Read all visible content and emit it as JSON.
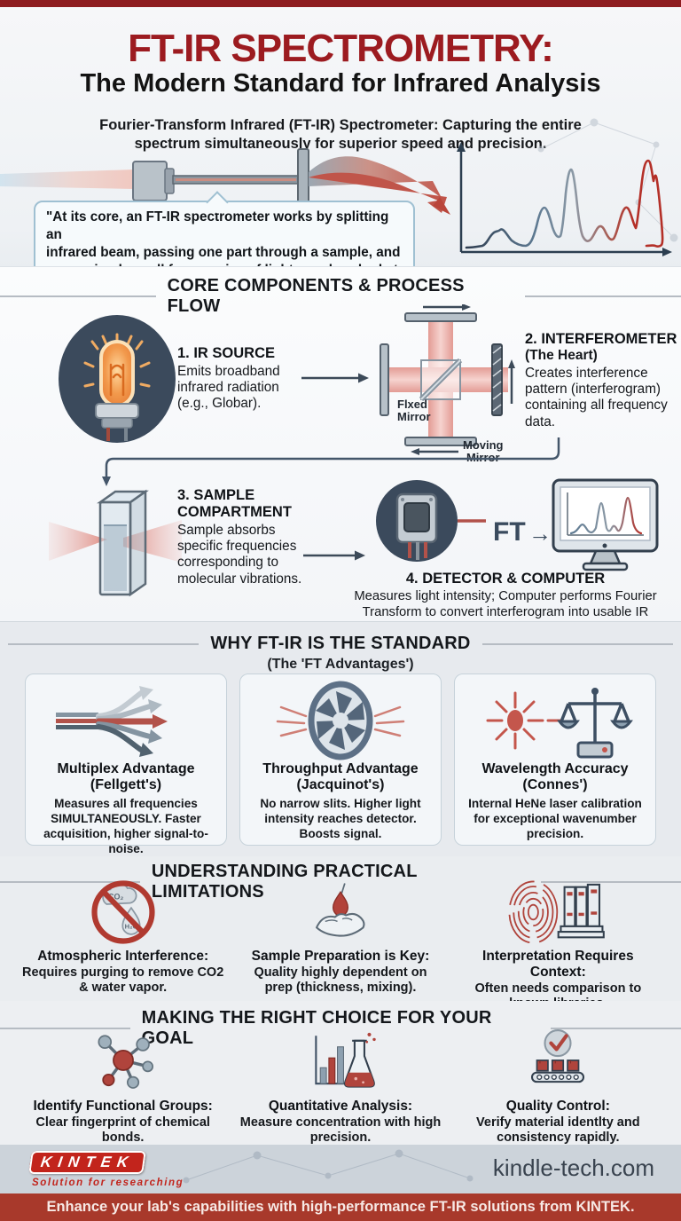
{
  "hero": {
    "title": "FT-IR SPECTROMETRY:",
    "subtitle": "The Modern Standard for Infrared Analysis",
    "tagline": "Fourier-Transform Infrared (FT-IR) Spectrometer: Capturing the entire\nspectrum simultaneously for superior speed and precision.",
    "quote": "\"At its core, an FT-IR spectrometer works by splitting an\ninfrared beam, passing one part through a sample, and\nmeasuring how all frequencies of light are absorbed at once.\""
  },
  "process": {
    "heading": "CORE COMPONENTS & PROCESS FLOW",
    "ft_label": "FT",
    "ft_arrow": "→",
    "labels": {
      "fixed_mirror": "Flxed\nMirror",
      "moving_mirror": "Moving\nMirror"
    },
    "steps": [
      {
        "title": "1. IR SOURCE",
        "body": "Emits broadband infrared radiation (e.g., Globar)."
      },
      {
        "title": "2. INTERFEROMETER",
        "subtitle": "(The Heart)",
        "body": "Creates interference pattern (interferogram) containing all frequency data."
      },
      {
        "title": "3. SAMPLE COMPARTMENT",
        "body": "Sample absorbs specific frequencies corresponding to molecular vibrations."
      },
      {
        "title": "4. DETECTOR & COMPUTER",
        "body": "Measures light intensity; Computer performs Fourier\nTransform to convert interferogram into usable IR spectrum."
      }
    ]
  },
  "advantages": {
    "heading": "WHY FT-IR IS THE STANDARD",
    "subheading": "(The 'FT Advantages')",
    "cards": [
      {
        "icon": "multiplex-arrows-icon",
        "title": "Multiplex Advantage",
        "paren": "(Fellgett's)",
        "body": "Measures all frequencies SIMULTANEOUSLY. Faster acquisition, higher signal-to-noise."
      },
      {
        "icon": "aperture-icon",
        "title": "Throughput Advantage",
        "paren": "(Jacquinot's)",
        "body": "No narrow slits. Higher light intensity reaches detector. Boosts signal."
      },
      {
        "icon": "laser-scale-icon",
        "title": "Wavelength Accuracy",
        "paren": "(Connes')",
        "body": "Internal HeNe laser calibration for exceptional wavenumber precision."
      }
    ]
  },
  "limitations": {
    "heading": "UNDERSTANDING PRACTICAL LIMITATIONS",
    "items": [
      {
        "icon": "no-atmosphere-icon",
        "title": "Atmospheric Interference:",
        "body": "Requires purging to remove CO2 & water vapor.",
        "icon_labels": [
          "CO₂",
          "H₂O"
        ]
      },
      {
        "icon": "hand-sample-icon",
        "title": "Sample Preparation is Key:",
        "body": "Quality highly dependent on prep (thickness, mixing)."
      },
      {
        "icon": "fingerprint-library-icon",
        "title": "Interpretation Requires Context:",
        "body": "Often needs comparison to known libraries."
      }
    ]
  },
  "choices": {
    "heading": "MAKING THE RIGHT CHOICE FOR YOUR GOAL",
    "items": [
      {
        "icon": "molecule-icon",
        "title": "Identify Functional Groups:",
        "body": "Clear fingerprint of chemical bonds."
      },
      {
        "icon": "chart-flask-icon",
        "title": "Quantitative Analysis:",
        "body": "Measure concentration with high precision."
      },
      {
        "icon": "quality-check-icon",
        "title": "Quality Control:",
        "body": "Verify material identlty and consistency rapidly."
      }
    ]
  },
  "footer": {
    "logo_text": "KINTEK",
    "logo_tagline": "Solution for researching",
    "website": "kindle-tech.com",
    "banner": "Enhance your lab's capabilities with high-performance FT-IR solutions from KINTEK."
  },
  "icons": {
    "ir-beam-illustration": "emitter with tapered red beam arrow",
    "spectrum-chart-icon": "multi-peak IR spectrum on axes",
    "ir-source-bulb-icon": "glowing globar bulb in dark circle",
    "interferometer-icon": "crossed beams, beamsplitter, mirrors",
    "cuvette-icon": "glass sample cell with red beams",
    "detector-icon": "detector module in dark circle",
    "monitor-icon": "computer showing IR spectrum",
    "multiplex-arrows-icon": "beam fanning into many arrows",
    "aperture-icon": "camera aperture with light rays",
    "laser-scale-icon": "laser starburst and balance scale",
    "no-atmosphere-icon": "CO2 cloud and water drop crossed out",
    "hand-sample-icon": "hand holding sample drop",
    "fingerprint-library-icon": "fingerprint beside reference books",
    "molecule-icon": "ball-and-stick molecule",
    "chart-flask-icon": "bar chart with flask",
    "quality-check-icon": "checkmark over conveyor of boxes"
  },
  "colors": {
    "brand_red": "#9c1b20",
    "banner_red": "#a8392b",
    "logo_red": "#c2241c",
    "slate": "#3a4b5e",
    "beam_pink": "#e8a39c",
    "section_bg": "#e7eaee"
  }
}
